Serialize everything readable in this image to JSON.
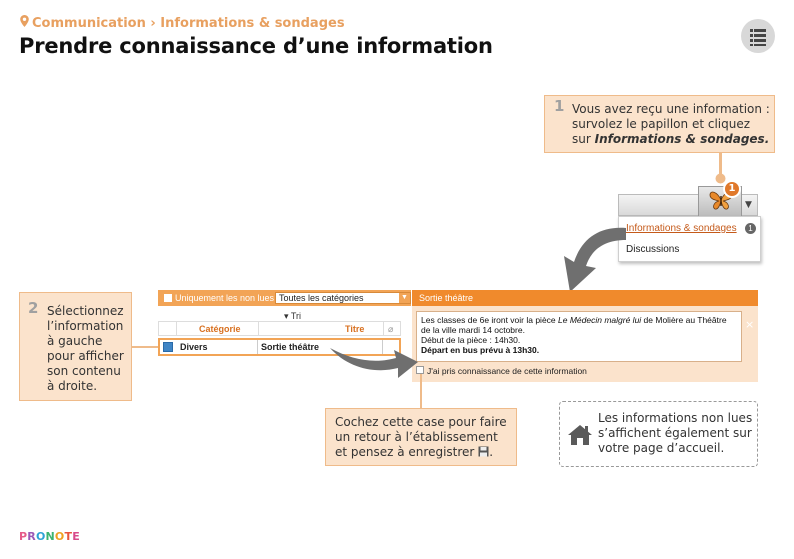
{
  "breadcrumb": {
    "section": "Communication",
    "separator": "›",
    "page": "Informations & sondages"
  },
  "title": "Prendre connaissance d’une information",
  "step1": {
    "number": "1",
    "text_before": "Vous avez reçu une information : survolez le papillon et cliquez sur ",
    "emphasis": "Informations & sondages."
  },
  "step2": {
    "number": "2",
    "text": "Sélectionnez l’information à gauche pour afficher son contenu à droite."
  },
  "tip_checkbox": {
    "text": "Cochez cette case pour faire un retour à l’établissement et pensez à enregistrer",
    "suffix": "."
  },
  "tip_home": {
    "text": "Les informations non lues s’affichent également sur votre page d’accueil."
  },
  "toolbar": {
    "badge": "1"
  },
  "dropdown": {
    "items": [
      {
        "label": "Informations & sondages",
        "badge": "1"
      },
      {
        "label": "Discussions"
      }
    ]
  },
  "list_panel": {
    "unread_only_label": "Uniquement les non lues",
    "category_filter": "Toutes les catégories",
    "sort_label": "▾ Tri",
    "columns": [
      "Catégorie",
      "Titre"
    ],
    "rows": [
      {
        "category": "Divers",
        "title": "Sortie théâtre"
      }
    ]
  },
  "detail_panel": {
    "title": "Sortie théâtre",
    "body_line1_a": "Les classes de 6e iront voir la pièce ",
    "body_line1_play": "Le Médecin malgré lui",
    "body_line1_b": " de Molière au Théâtre de la ville mardi 14 octobre.",
    "body_line2": "Début de la pièce : 14h30.",
    "body_line3": "Départ en bus prévu à 13h30.",
    "close": "×",
    "ack_label": "J'ai pris connaissance de cette information"
  },
  "brand": [
    "P",
    "R",
    "O",
    "N",
    "O",
    "T",
    "E"
  ],
  "colors": {
    "accent": "#f08a2c",
    "callout_bg": "#fbe3cc",
    "breadcrumb": "#e8a060"
  },
  "icons": [
    "location-pin-icon",
    "list-menu-icon",
    "butterfly-icon",
    "house-icon",
    "floppy-save-icon",
    "paperclip-icon",
    "dropdown-arrow-icon"
  ]
}
